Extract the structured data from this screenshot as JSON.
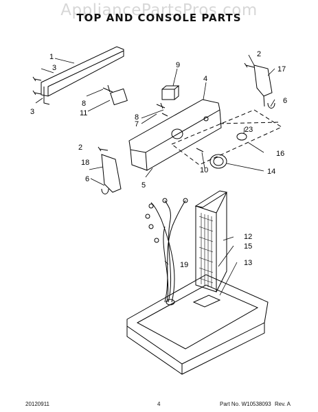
{
  "watermark": "AppliancePartsPros.com",
  "title": "TOP AND CONSOLE PARTS",
  "footer": {
    "date": "20120911",
    "page": "4",
    "part_no": "Part No. W10538093",
    "rev": "Rev. A"
  },
  "callouts": [
    "1",
    "2",
    "3",
    "3",
    "4",
    "5",
    "6",
    "7",
    "8",
    "8",
    "9",
    "10",
    "11",
    "12",
    "13",
    "14",
    "15",
    "16",
    "17",
    "18",
    "19",
    "23",
    "2",
    "6"
  ]
}
